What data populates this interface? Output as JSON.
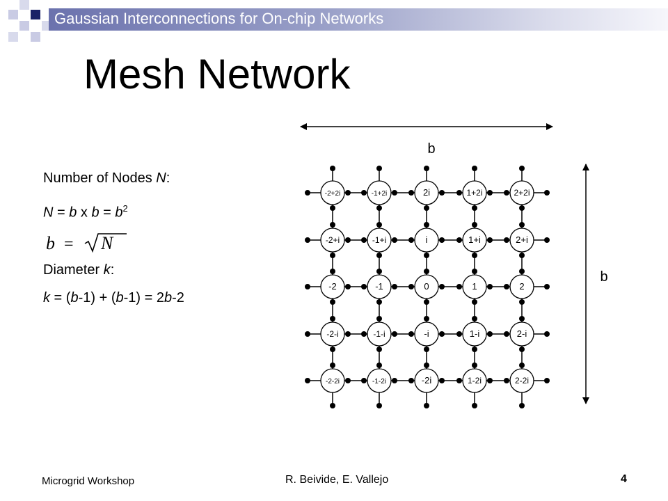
{
  "header": {
    "title": "Gaussian Interconnections for On-chip Networks"
  },
  "slide": {
    "title": "Mesh Network",
    "nodes_label_a": "Number of Nodes ",
    "nodes_label_b": "N",
    "nodes_label_c": ":",
    "nodes_formula": {
      "v1": "N",
      "t1": " = ",
      "v2": "b",
      "t2": " x ",
      "v3": "b",
      "t3": " = ",
      "v4": "b",
      "exp": "2"
    },
    "sqrt_formula": {
      "lhs": "b",
      "eq": "=",
      "rad": "N"
    },
    "diameter_label_a": "Diameter ",
    "diameter_label_b": "k",
    "diameter_label_c": ":",
    "diameter_formula": {
      "v1": "k",
      "t1": " = (",
      "v2": "b",
      "t2": "-1) + (",
      "v3": "b",
      "t3": "-1) = 2",
      "v4": "b",
      "t4": "-2"
    }
  },
  "diagram": {
    "width_label": "b",
    "height_label": "b",
    "rows": [
      [
        "-2+2i",
        "-1+2i",
        "2i",
        "1+2i",
        "2+2i"
      ],
      [
        "-2+i",
        "-1+i",
        "i",
        "1+i",
        "2+i"
      ],
      [
        "-2",
        "-1",
        "0",
        "1",
        "2"
      ],
      [
        "-2-i",
        "-1-i",
        "-i",
        "1-i",
        "2-i"
      ],
      [
        "-2-2i",
        "-1-2i",
        "-2i",
        "1-2i",
        "2-2i"
      ]
    ]
  },
  "footer": {
    "left": "Microgrid Workshop",
    "center": "R. Beivide, E. Vallejo",
    "page": "4"
  }
}
